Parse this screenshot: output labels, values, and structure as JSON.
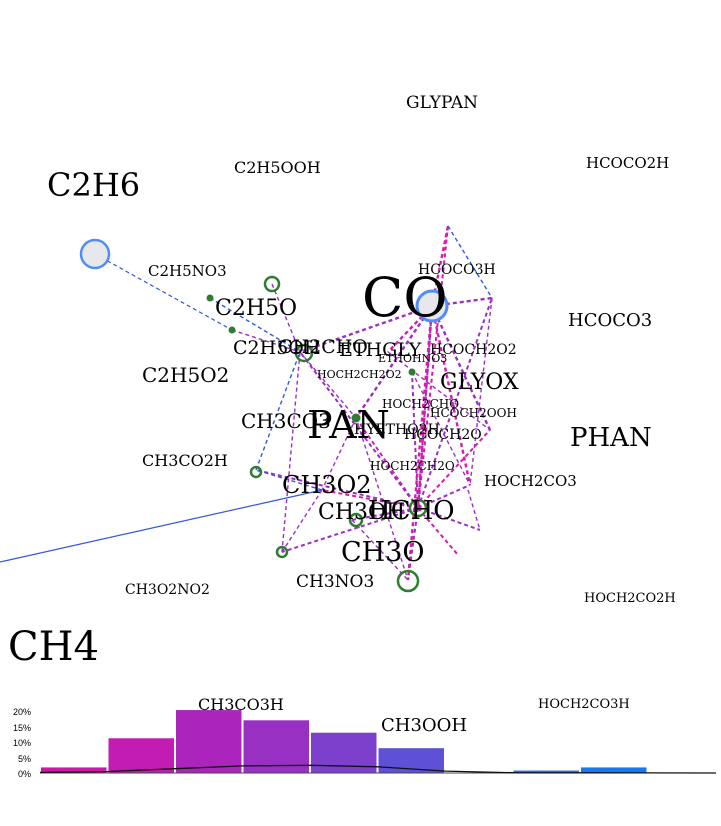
{
  "graph": {
    "labels": [
      {
        "key": "glypan",
        "text": "GLYPAN"
      },
      {
        "key": "c2h6",
        "text": "C2H6"
      },
      {
        "key": "c2h5ooh",
        "text": "C2H5OOH"
      },
      {
        "key": "hcoco2h",
        "text": "HCOCO2H"
      },
      {
        "key": "c2h5no3",
        "text": "C2H5NO3"
      },
      {
        "key": "hcoco3h",
        "text": "HCOCO3H"
      },
      {
        "key": "co",
        "text": "CO"
      },
      {
        "key": "c2h5o",
        "text": "C2H5O"
      },
      {
        "key": "hcoco3",
        "text": "HCOCO3"
      },
      {
        "key": "c2h5oh",
        "text": "C2H5OH"
      },
      {
        "key": "ch2cho",
        "text": "CH2CHO"
      },
      {
        "key": "ethgly",
        "text": "ETHGLY"
      },
      {
        "key": "hcoch2o2",
        "text": "HCOCH2O2"
      },
      {
        "key": "ethohno3",
        "text": "ETHOHNO3"
      },
      {
        "key": "c2h5o2",
        "text": "C2H5O2"
      },
      {
        "key": "hoch2ch2o2",
        "text": "HOCH2CH2O2"
      },
      {
        "key": "glyox",
        "text": "GLYOX"
      },
      {
        "key": "hoch2cho",
        "text": "HOCH2CHO"
      },
      {
        "key": "hcoch2ooh",
        "text": "HCOCH2OOH"
      },
      {
        "key": "ch3co3",
        "text": "CH3CO3"
      },
      {
        "key": "pan",
        "text": "PAN"
      },
      {
        "key": "hyetho2h",
        "text": "HYETHO2H"
      },
      {
        "key": "hcoch2o",
        "text": "HCOCH2O"
      },
      {
        "key": "phan",
        "text": "PHAN"
      },
      {
        "key": "ch3co2h",
        "text": "CH3CO2H"
      },
      {
        "key": "hoch2ch2o",
        "text": "HOCH2CH2O"
      },
      {
        "key": "hoch2co3",
        "text": "HOCH2CO3"
      },
      {
        "key": "ch3o2",
        "text": "CH3O2"
      },
      {
        "key": "ch3oh",
        "text": "CH3OH"
      },
      {
        "key": "hcho",
        "text": "HCHO"
      },
      {
        "key": "ch3o",
        "text": "CH3O"
      },
      {
        "key": "ch3no3",
        "text": "CH3NO3"
      },
      {
        "key": "ch3o2no2",
        "text": "CH3O2NO2"
      },
      {
        "key": "hoch2co2h",
        "text": "HOCH2CO2H"
      },
      {
        "key": "ch4",
        "text": "CH4"
      },
      {
        "key": "ch3co3h",
        "text": "CH3CO3H"
      },
      {
        "key": "hoch2co3h",
        "text": "HOCH2CO3H"
      },
      {
        "key": "ch3ooh",
        "text": "CH3OOH"
      }
    ]
  },
  "histogram": {
    "y_ticks": [
      "0%",
      "5%",
      "10%",
      "15%",
      "20%"
    ],
    "ylim": [
      0,
      20
    ],
    "bars": [
      {
        "value": 1.8,
        "color": "#cc1aa6"
      },
      {
        "value": 11.2,
        "color": "#c31cb3"
      },
      {
        "value": 20.3,
        "color": "#ab24bb"
      },
      {
        "value": 17.0,
        "color": "#9930c4"
      },
      {
        "value": 13.0,
        "color": "#7d40cc"
      },
      {
        "value": 8.0,
        "color": "#5f50d8"
      },
      {
        "value": 0,
        "color": "#4a5fe0"
      },
      {
        "value": 0.8,
        "color": "#2b73e4"
      },
      {
        "value": 1.8,
        "color": "#1a78ee"
      }
    ],
    "density_curve": [
      0.2,
      0.5,
      1.4,
      2.3,
      2.5,
      2.0,
      0.6,
      0.1,
      0.05,
      0.02,
      0.0
    ]
  },
  "colors": {
    "node_ring_blue": "#4f8ef5",
    "node_ring_green": "#2f7d32",
    "edge_blue": "#3057e0",
    "edge_purple": "#9b2fc4",
    "edge_magenta": "#d51cab"
  }
}
